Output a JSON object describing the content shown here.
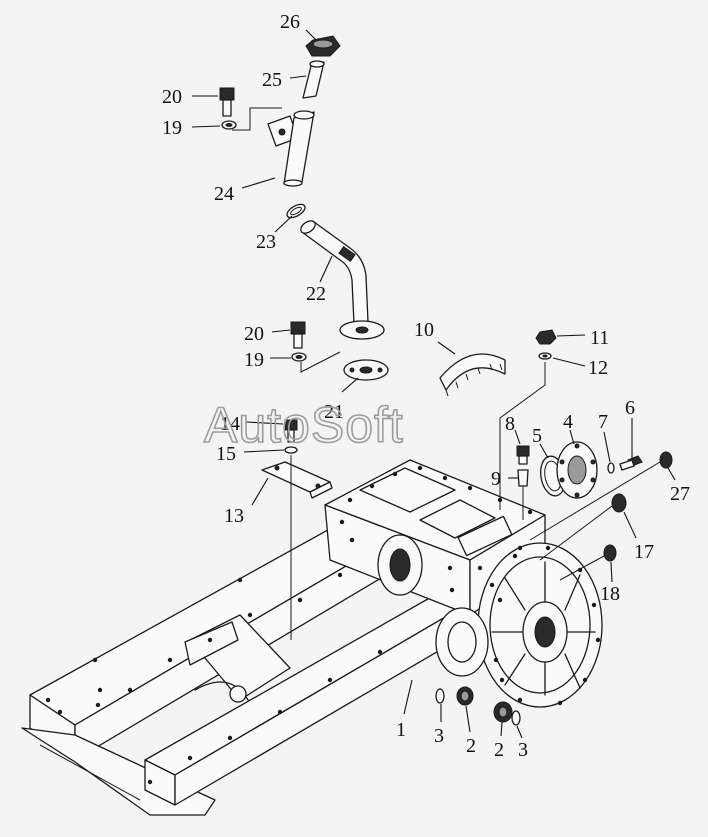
{
  "watermark": "AutoSoft",
  "callouts": [
    {
      "id": "c26",
      "text": "26"
    },
    {
      "id": "c25",
      "text": "25"
    },
    {
      "id": "c20a",
      "text": "20"
    },
    {
      "id": "c19a",
      "text": "19"
    },
    {
      "id": "c24",
      "text": "24"
    },
    {
      "id": "c23",
      "text": "23"
    },
    {
      "id": "c22",
      "text": "22"
    },
    {
      "id": "c10",
      "text": "10"
    },
    {
      "id": "c11",
      "text": "11"
    },
    {
      "id": "c12",
      "text": "12"
    },
    {
      "id": "c20b",
      "text": "20"
    },
    {
      "id": "c19b",
      "text": "19"
    },
    {
      "id": "c21",
      "text": "21"
    },
    {
      "id": "c14",
      "text": "14"
    },
    {
      "id": "c15",
      "text": "15"
    },
    {
      "id": "c8",
      "text": "8"
    },
    {
      "id": "c5",
      "text": "5"
    },
    {
      "id": "c4",
      "text": "4"
    },
    {
      "id": "c7",
      "text": "7"
    },
    {
      "id": "c6",
      "text": "6"
    },
    {
      "id": "c9",
      "text": "9"
    },
    {
      "id": "c27",
      "text": "27"
    },
    {
      "id": "c13",
      "text": "13"
    },
    {
      "id": "c17",
      "text": "17"
    },
    {
      "id": "c18",
      "text": "18"
    },
    {
      "id": "c1",
      "text": "1"
    },
    {
      "id": "c3a",
      "text": "3"
    },
    {
      "id": "c2a",
      "text": "2"
    },
    {
      "id": "c2b",
      "text": "2"
    },
    {
      "id": "c3b",
      "text": "3"
    }
  ]
}
